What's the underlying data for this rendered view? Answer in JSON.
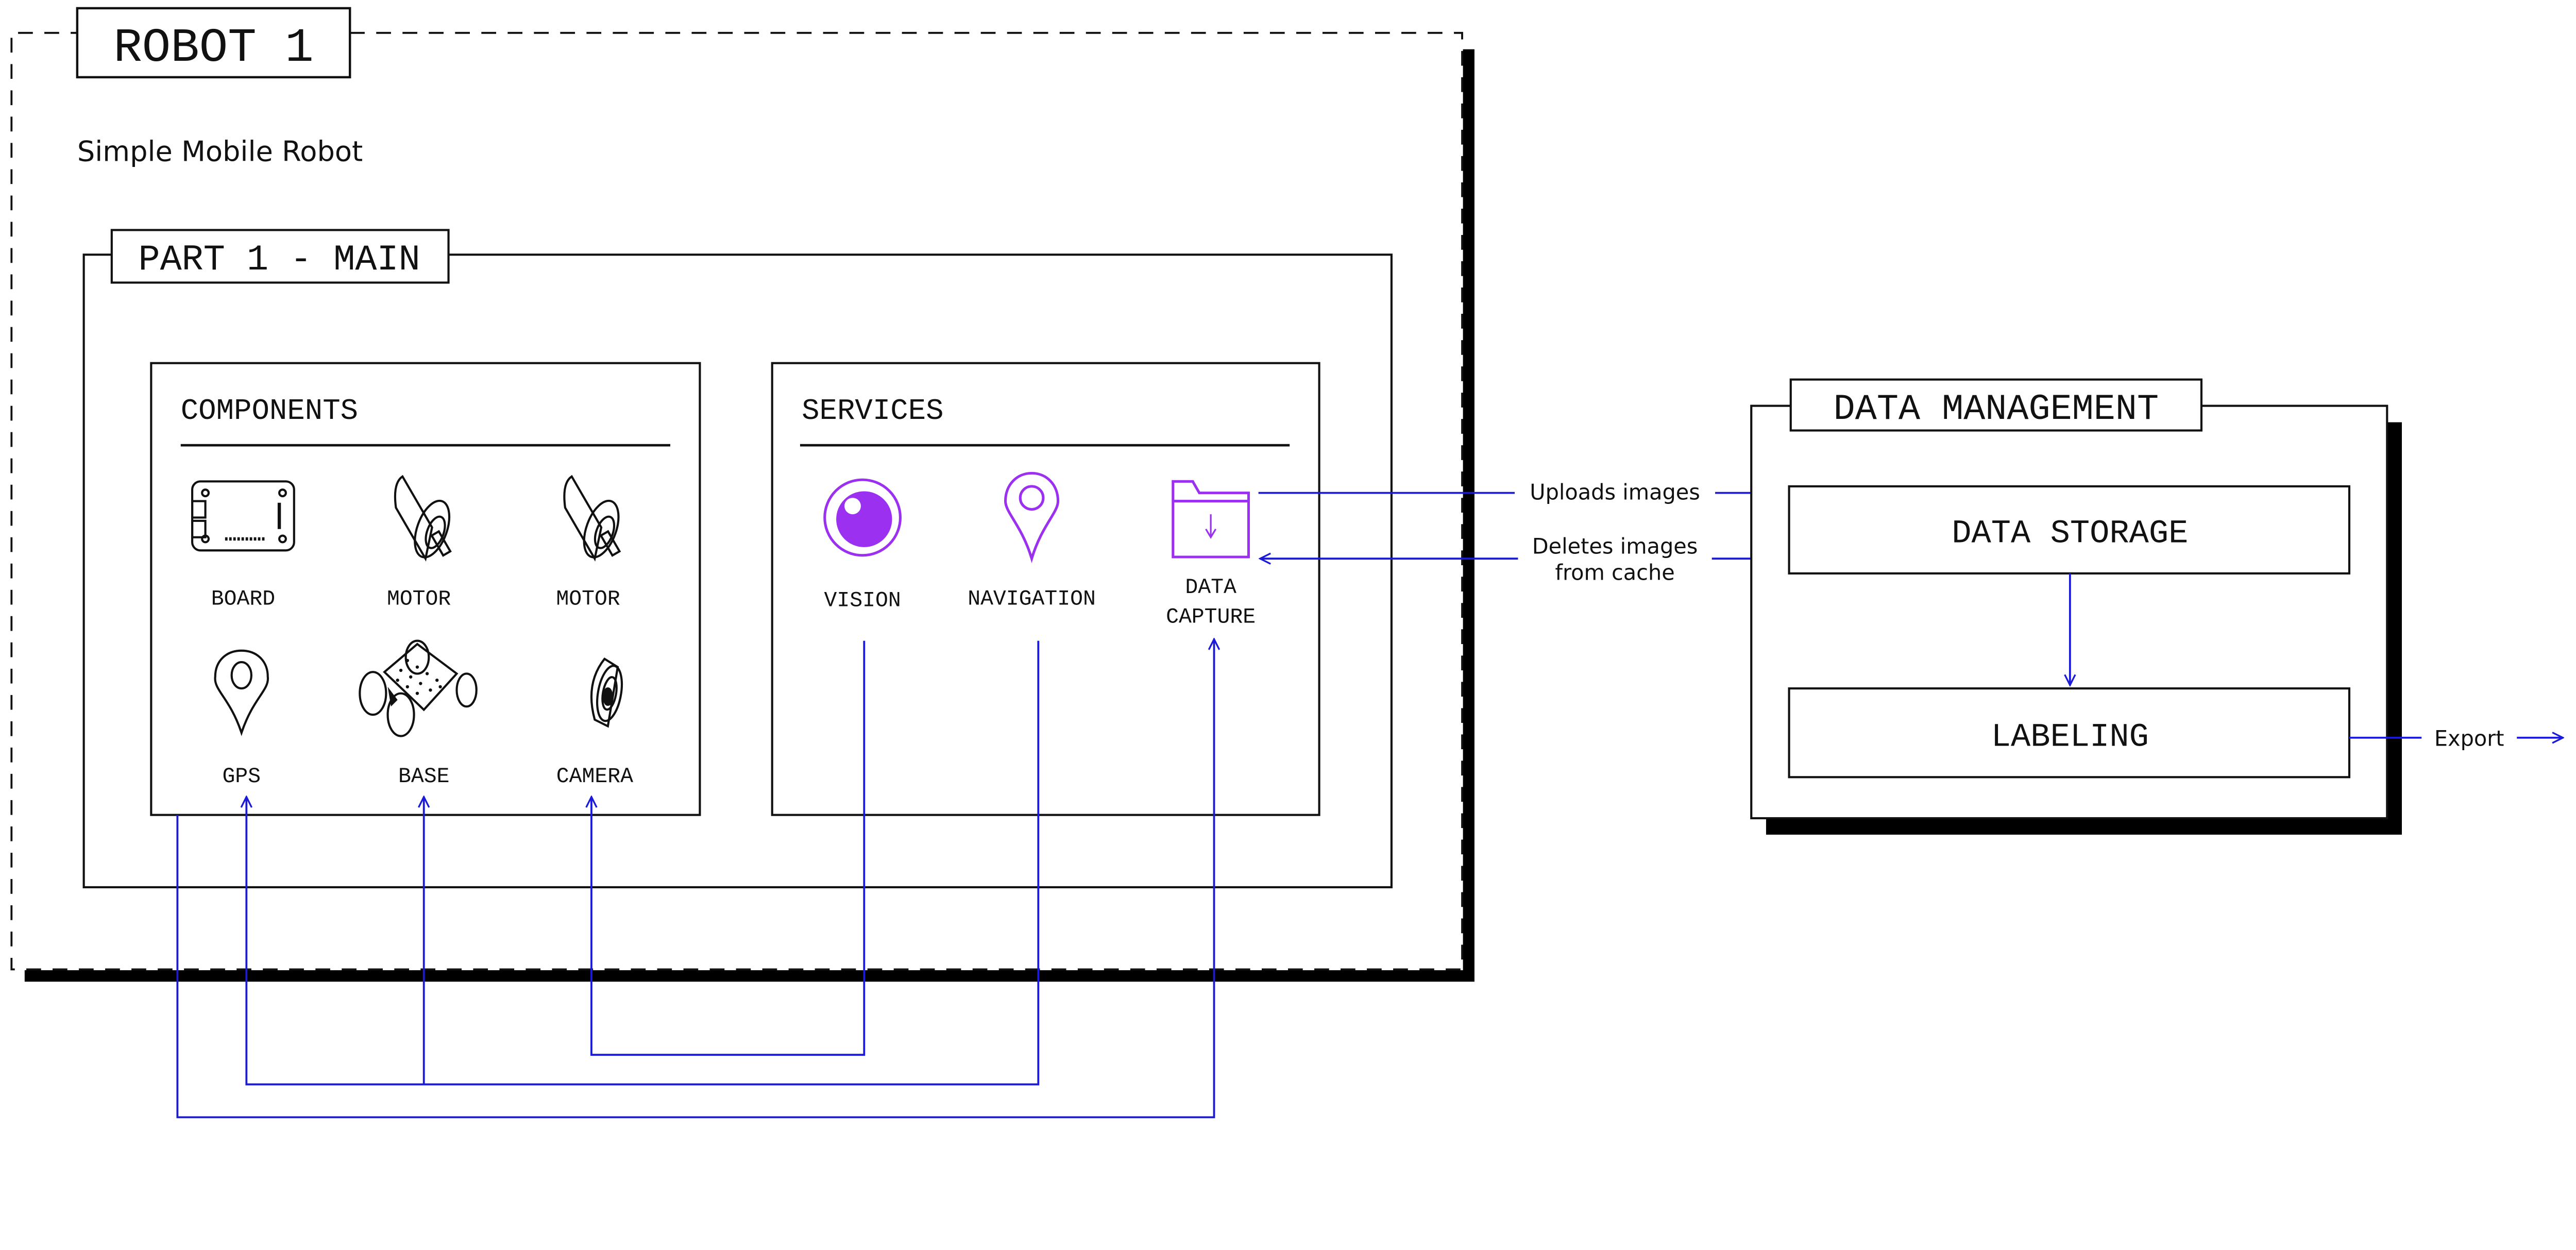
{
  "robot": {
    "title": "ROBOT 1",
    "subtitle": "Simple Mobile Robot",
    "part": {
      "title": "PART 1 - MAIN",
      "components": {
        "title": "COMPONENTS",
        "items": [
          {
            "label": "BOARD",
            "icon": "board-icon"
          },
          {
            "label": "MOTOR",
            "icon": "motor-icon"
          },
          {
            "label": "MOTOR",
            "icon": "motor-icon"
          },
          {
            "label": "GPS",
            "icon": "gps-pin-icon"
          },
          {
            "label": "BASE",
            "icon": "base-icon"
          },
          {
            "label": "CAMERA",
            "icon": "camera-icon"
          }
        ]
      },
      "services": {
        "title": "SERVICES",
        "items": [
          {
            "label": "VISION",
            "icon": "vision-eye-icon"
          },
          {
            "label": "NAVIGATION",
            "icon": "navigation-pin-icon"
          },
          {
            "label_line1": "DATA",
            "label_line2": "CAPTURE",
            "icon": "data-capture-folder-icon"
          }
        ]
      }
    }
  },
  "data_management": {
    "title": "DATA MANAGEMENT",
    "storage": "DATA STORAGE",
    "labeling": "LABELING"
  },
  "connections": {
    "uploads": "Uploads images",
    "deletes_line1": "Deletes images",
    "deletes_line2": "from cache",
    "export": "Export"
  },
  "colors": {
    "connector": "#1a1ad8",
    "service_accent": "#9b30f0",
    "outline": "#111111"
  }
}
